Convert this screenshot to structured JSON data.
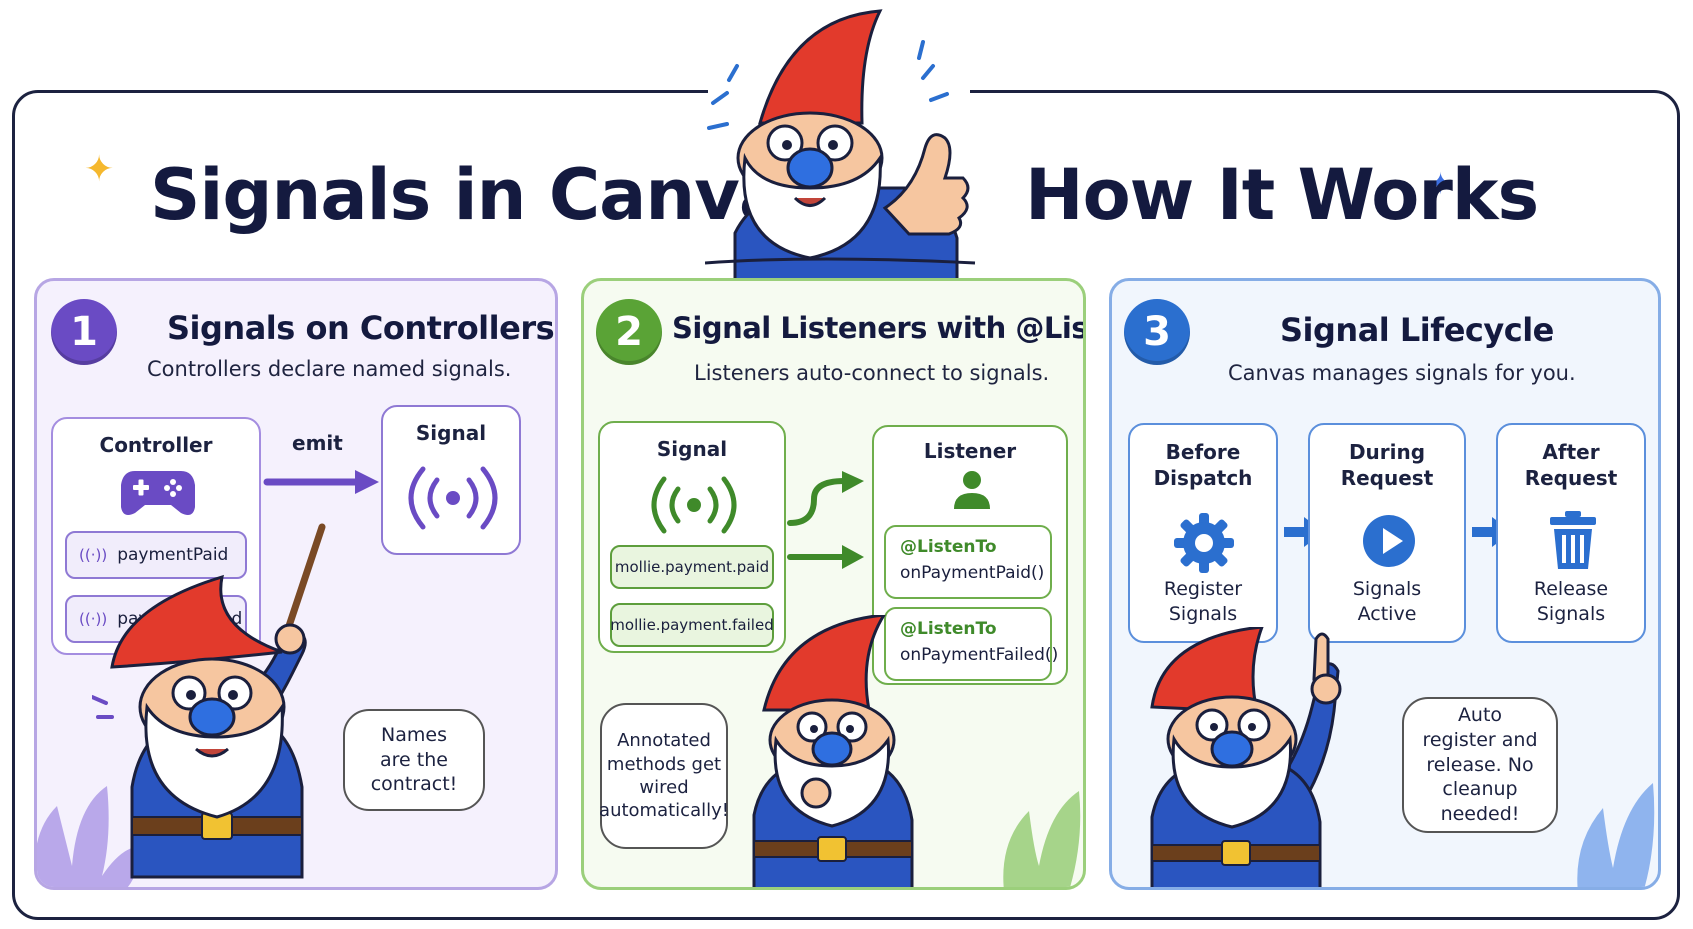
{
  "title": {
    "left": "Signals in Canvas:",
    "right": "How It Works"
  },
  "panels": [
    {
      "number": "1",
      "title": "Signals on Controllers",
      "subtitle": "Controllers declare named signals.",
      "controller_label": "Controller",
      "signals": [
        "paymentPaid",
        "paymentFailed"
      ],
      "emit_label": "emit",
      "signal_label": "Signal",
      "bubble": "Names are the contract!"
    },
    {
      "number": "2",
      "title": "Signal Listeners with @ListenTo",
      "subtitle": "Listeners auto-connect to signals.",
      "signal_label": "Signal",
      "signal_names": [
        "mollie.payment.paid",
        "mollie.payment.failed"
      ],
      "listener_label": "Listener",
      "listeners": [
        {
          "annotation": "@ListenTo",
          "method": "onPaymentPaid()"
        },
        {
          "annotation": "@ListenTo",
          "method": "onPaymentFailed()"
        }
      ],
      "bubble": "Annotated methods get wired automatically!"
    },
    {
      "number": "3",
      "title": "Signal Lifecycle",
      "subtitle": "Canvas manages signals for you.",
      "stages": [
        {
          "phase": "Before Dispatch",
          "action": "Register Signals",
          "icon": "gear-icon"
        },
        {
          "phase": "During Request",
          "action": "Signals Active",
          "icon": "play-icon"
        },
        {
          "phase": "After Request",
          "action": "Release Signals",
          "icon": "trash-icon"
        }
      ],
      "bubble": "Auto register and release. No cleanup needed!"
    }
  ],
  "colors": {
    "navy": "#141a3f",
    "purple": "#6a4bc4",
    "green": "#3f8a2a",
    "blue": "#2b6fcf",
    "gnome_hat": "#e23a2c",
    "gnome_coat": "#2a55c0"
  }
}
